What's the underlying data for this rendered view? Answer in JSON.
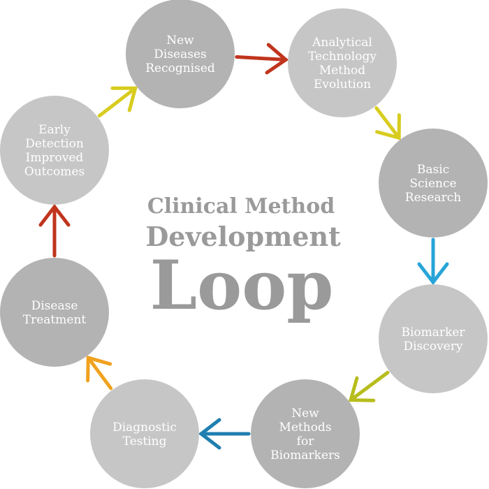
{
  "title": {
    "line1": "Clinical Method",
    "line2": "Development",
    "line3": "Loop"
  },
  "colors": {
    "node_fill": "#b3b3b3",
    "node_fill_light": "#c6c6c6",
    "node_text": "#ffffff",
    "title": "#9a9a9a",
    "arrow_red": "#c0341d",
    "arrow_yellow": "#d8cc1f",
    "arrow_blue": "#27a4d8",
    "arrow_olive": "#b7bd1c",
    "arrow_darkblue": "#1f7fb0",
    "arrow_orange": "#f0a21f"
  },
  "nodes": [
    {
      "id": "new-diseases-recognised",
      "lines": [
        "New",
        "Diseases",
        "Recognised"
      ]
    },
    {
      "id": "analytical-technology-method-evolution",
      "lines": [
        "Analytical",
        "Technology",
        "Method",
        "Evolution"
      ]
    },
    {
      "id": "basic-science-research",
      "lines": [
        "Basic",
        "Science",
        "Research"
      ]
    },
    {
      "id": "biomarker-discovery",
      "lines": [
        "Biomarker",
        "Discovery"
      ]
    },
    {
      "id": "new-methods-for-biomarkers",
      "lines": [
        "New",
        "Methods",
        "for",
        "Biomarkers"
      ]
    },
    {
      "id": "diagnostic-testing",
      "lines": [
        "Diagnostic",
        "Testing"
      ]
    },
    {
      "id": "disease-treatment",
      "lines": [
        "Disease",
        "Treatment"
      ]
    },
    {
      "id": "early-detection-improved-outcomes",
      "lines": [
        "Early",
        "Detection",
        "Improved",
        "Outcomes"
      ]
    }
  ],
  "edges": [
    {
      "from": "new-diseases-recognised",
      "to": "analytical-technology-method-evolution",
      "color": "#c0341d"
    },
    {
      "from": "analytical-technology-method-evolution",
      "to": "basic-science-research",
      "color": "#d8cc1f"
    },
    {
      "from": "basic-science-research",
      "to": "biomarker-discovery",
      "color": "#27a4d8"
    },
    {
      "from": "biomarker-discovery",
      "to": "new-methods-for-biomarkers",
      "color": "#b7bd1c"
    },
    {
      "from": "new-methods-for-biomarkers",
      "to": "diagnostic-testing",
      "color": "#1f7fb0"
    },
    {
      "from": "diagnostic-testing",
      "to": "disease-treatment",
      "color": "#f0a21f"
    },
    {
      "from": "disease-treatment",
      "to": "early-detection-improved-outcomes",
      "color": "#c0341d"
    },
    {
      "from": "early-detection-improved-outcomes",
      "to": "new-diseases-recognised",
      "color": "#d8cc1f"
    }
  ]
}
